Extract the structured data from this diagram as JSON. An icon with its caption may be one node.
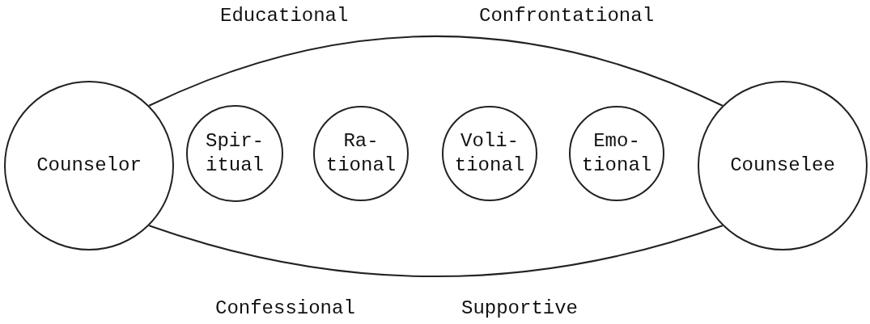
{
  "diagram": {
    "nodes": [
      {
        "text": [
          "Counselor"
        ]
      },
      {
        "text": [
          "Spir- itual"
        ]
      },
      {
        "text": [
          "Ra- tional"
        ]
      },
      {
        "text": [
          "Voli- tional"
        ]
      },
      {
        "text": [
          "Emo- tional"
        ]
      },
      {
        "text": [
          "Counselee"
        ]
      }
    ],
    "edges": [
      {
        "from": 0,
        "to": 5,
        "arrow": "none"
      },
      {
        "from": 0,
        "to": 5,
        "arrow": "none"
      }
    ],
    "labels": [
      "Educational",
      "Confrontational",
      "Confessional",
      "Supportive"
    ]
  }
}
